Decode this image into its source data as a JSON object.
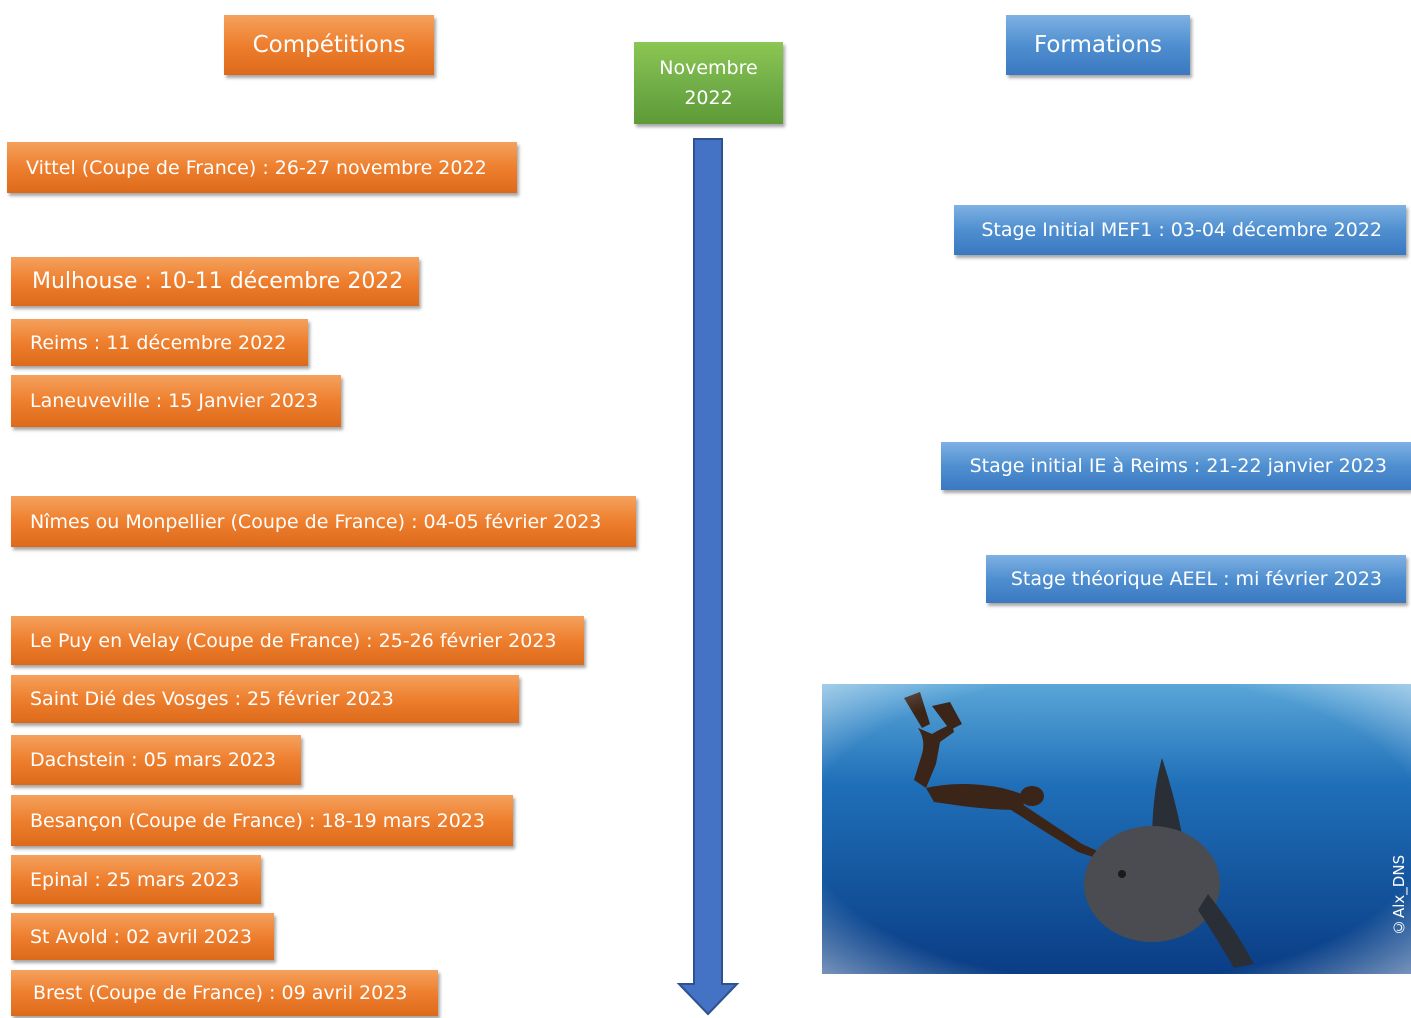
{
  "headers": {
    "competitions": "Compétitions",
    "formations": "Formations"
  },
  "timeline_start": {
    "month": "Novembre",
    "year": "2022"
  },
  "competitions": [
    "Vittel (Coupe de France) : 26-27 novembre 2022",
    "Mulhouse : 10-11 décembre 2022",
    "Reims : 11 décembre 2022",
    "Laneuveville : 15 Janvier 2023",
    "Nîmes ou Monpellier (Coupe de France) : 04-05 février 2023",
    "Le Puy en Velay (Coupe de France) : 25-26 février 2023",
    "Saint Dié des Vosges : 25 février 2023",
    "Dachstein : 05 mars 2023",
    "Besançon (Coupe de France) : 18-19 mars 2023",
    "Epinal : 25 mars 2023",
    "St Avold : 02 avril 2023",
    "Brest (Coupe de France)  : 09 avril 2023"
  ],
  "formations": [
    "Stage Initial MEF1 : 03-04 décembre 2022",
    "Stage initial IE à Reims  : 21-22 janvier 2023",
    "Stage théorique AEEL : mi février 2023"
  ],
  "photo": {
    "credit": "©Alx_DNS"
  },
  "colors": {
    "competition": "#ee7f2e",
    "formation": "#4f8fd0",
    "start_box": "#70ad47",
    "arrow": "#4472c4",
    "arrow_outline": "#2f528f"
  }
}
